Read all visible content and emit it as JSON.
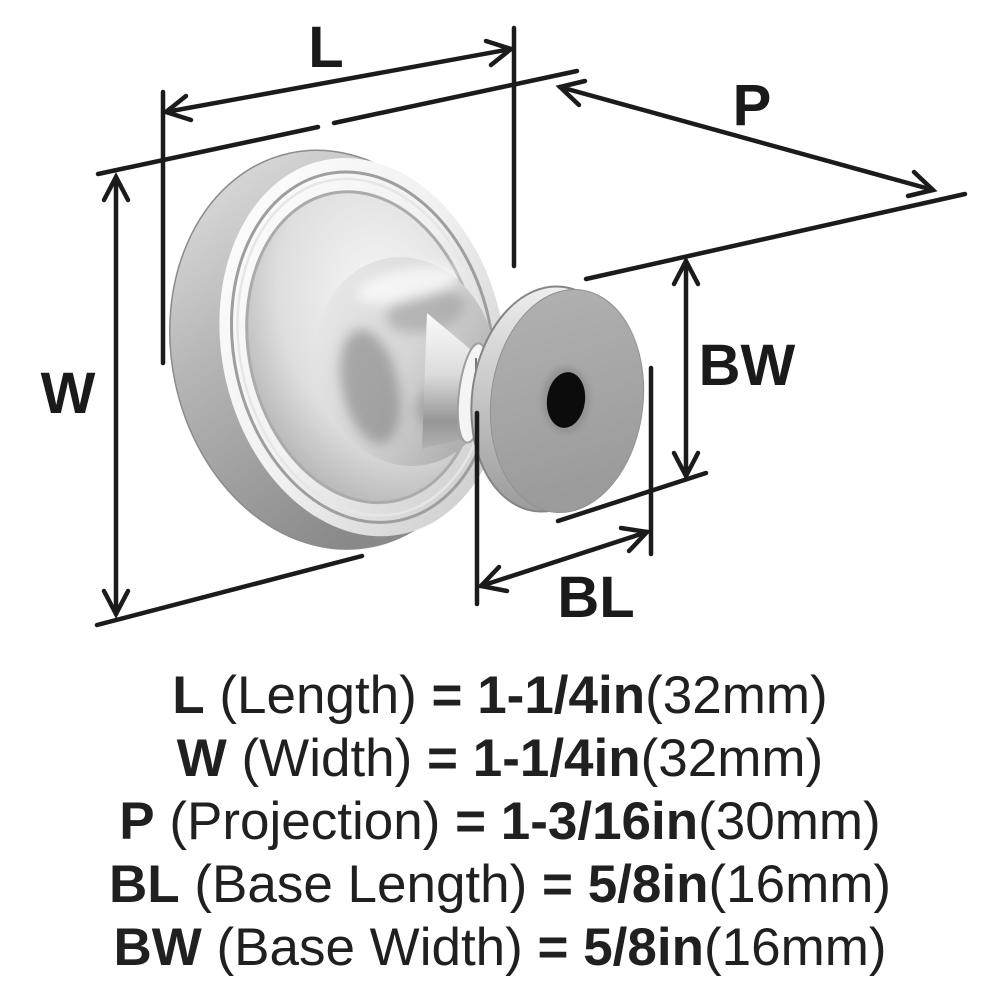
{
  "diagram": {
    "labels": {
      "length": "L",
      "width": "W",
      "projection": "P",
      "base_length": "BL",
      "base_width": "BW"
    }
  },
  "specs": [
    {
      "sym": "L",
      "name": " (Length) ",
      "val": "= 1-1/4in",
      "metric": "(32mm)"
    },
    {
      "sym": "W",
      "name": " (Width) ",
      "val": "= 1-1/4in",
      "metric": "(32mm)"
    },
    {
      "sym": "P",
      "name": " (Projection) ",
      "val": "= 1-3/16in",
      "metric": "(30mm)"
    },
    {
      "sym": "BL",
      "name": " (Base Length) ",
      "val": "= 5/8in",
      "metric": "(16mm)"
    },
    {
      "sym": "BW",
      "name": " (Base Width) ",
      "val": "= 5/8in",
      "metric": "(16mm)"
    }
  ],
  "colors": {
    "line": "#1b1b1b",
    "text": "#202020",
    "background": "#ffffff",
    "knob_chrome_light": "#f6f6f6",
    "knob_chrome_dark": "#8f8f8f",
    "disk_face": "#a7a7a7",
    "disk_rim": "#d2d2d2",
    "hole": "#0c0c0c"
  }
}
